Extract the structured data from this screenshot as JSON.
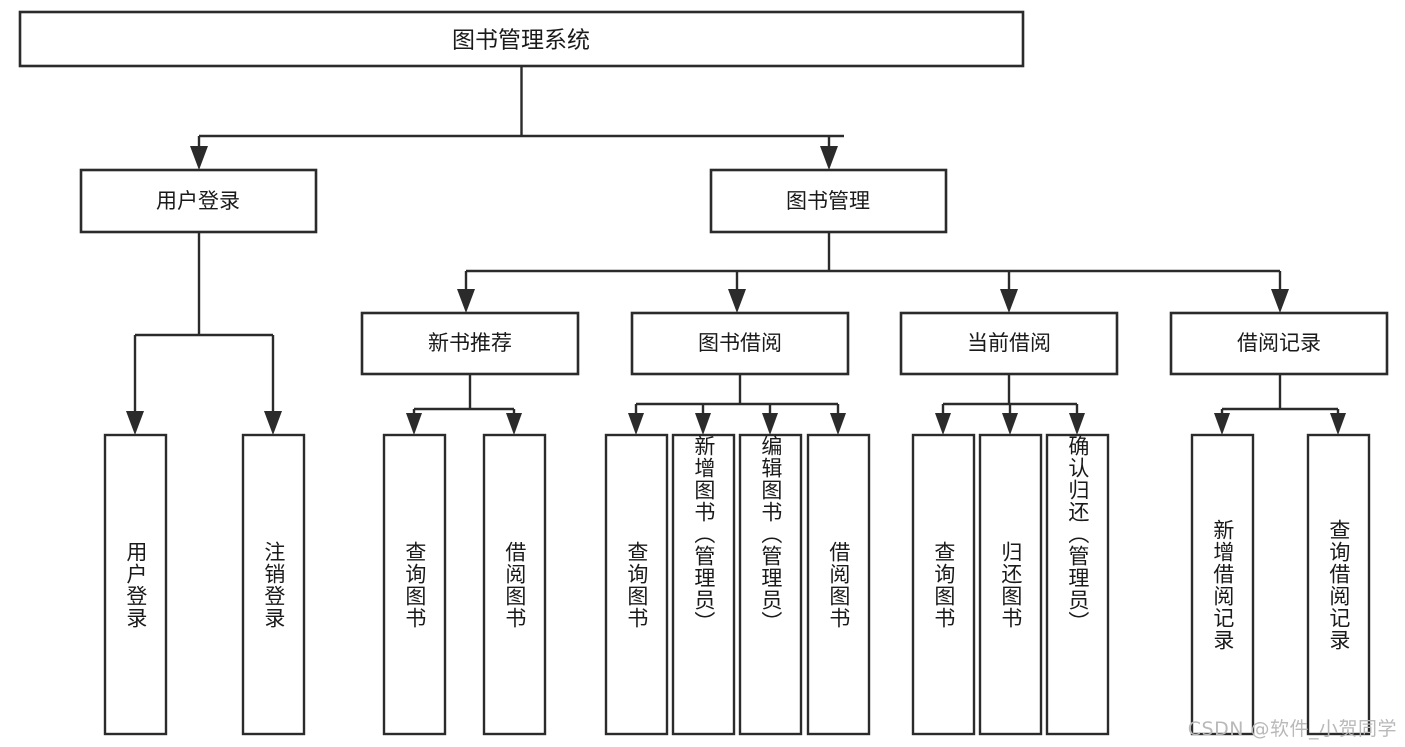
{
  "diagram": {
    "type": "tree",
    "title_node": {
      "label": "图书管理系统"
    },
    "level2": [
      {
        "label": "用户登录"
      },
      {
        "label": "图书管理"
      }
    ],
    "level3": [
      {
        "label": "新书推荐"
      },
      {
        "label": "图书借阅"
      },
      {
        "label": "当前借阅"
      },
      {
        "label": "借阅记录"
      }
    ],
    "leaves": {
      "user_login": [
        {
          "label": "用户登录"
        },
        {
          "label": "注销登录"
        }
      ],
      "new_book_recommend": [
        {
          "label": "查询图书"
        },
        {
          "label": "借阅图书"
        }
      ],
      "book_borrow": [
        {
          "label": "查询图书"
        },
        {
          "label": "新增图书（管理员）"
        },
        {
          "label": "编辑图书（管理员）"
        },
        {
          "label": "借阅图书"
        }
      ],
      "current_borrow": [
        {
          "label": "查询图书"
        },
        {
          "label": "归还图书"
        },
        {
          "label": "确认归还（管理员）"
        }
      ],
      "borrow_record": [
        {
          "label": "新增借阅记录"
        },
        {
          "label": "查询借阅记录"
        }
      ]
    }
  },
  "watermark": {
    "text": "CSDN @软件_小贺同学"
  },
  "colors": {
    "stroke": "#2b2b2b",
    "fill": "#ffffff",
    "text": "#1a1a1a",
    "watermark": "#b9b9b9"
  }
}
